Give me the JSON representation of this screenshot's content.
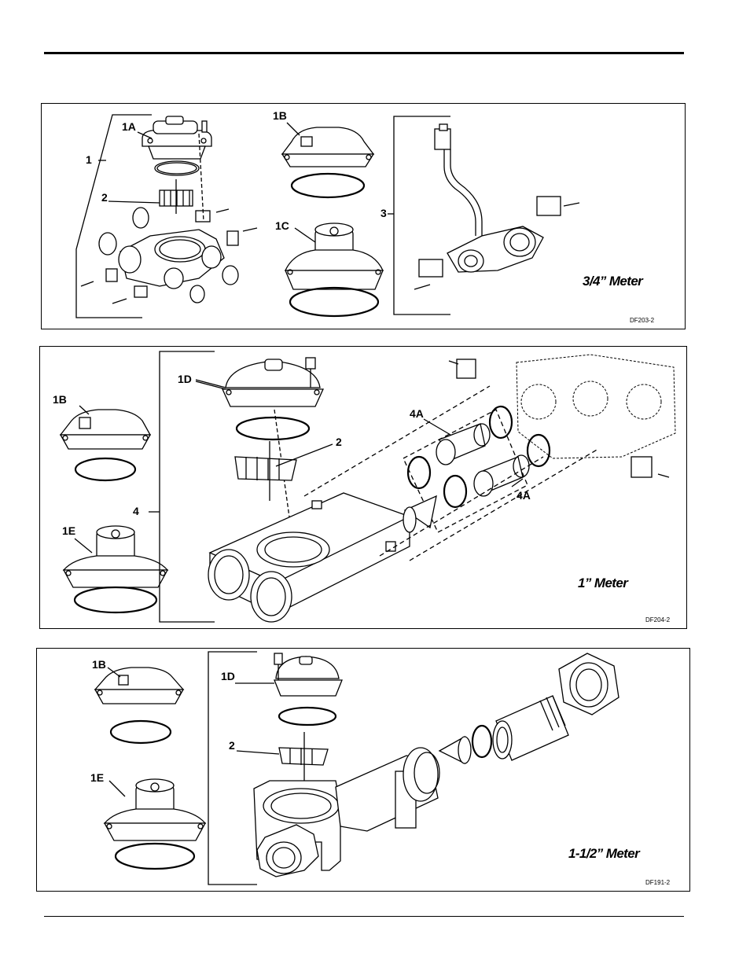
{
  "panel_34": {
    "labels": {
      "l1": "1",
      "l1a": "1A",
      "l1b": "1B",
      "l1c": "1C",
      "l2": "2",
      "l3": "3"
    },
    "title": "3/4” Meter",
    "code": "DF203-2"
  },
  "panel_1": {
    "labels": {
      "l1b": "1B",
      "l1e": "1E",
      "l4": "4",
      "l1d": "1D",
      "l2": "2",
      "l4a_top": "4A",
      "l4a_bottom": "4A"
    },
    "title": "1” Meter",
    "code": "DF204-2"
  },
  "panel_112": {
    "labels": {
      "l1b": "1B",
      "l1e": "1E",
      "l1d": "1D",
      "l2": "2"
    },
    "title": "1-1/2” Meter",
    "code": "DF191-2"
  }
}
